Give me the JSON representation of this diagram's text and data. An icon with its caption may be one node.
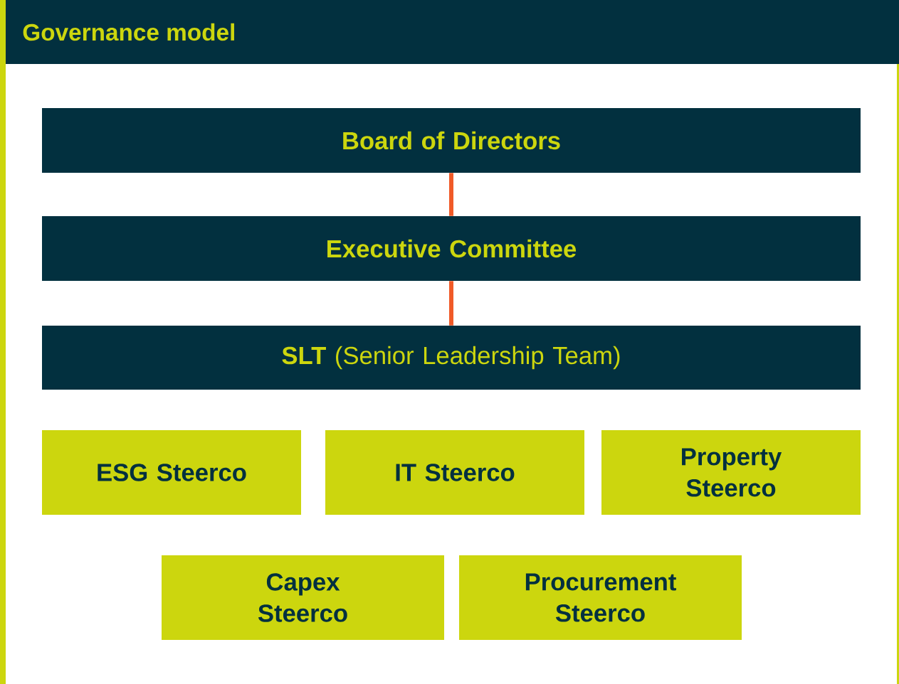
{
  "diagram": {
    "title": "Governance model",
    "nodes": [
      {
        "text": [
          "Board of Directors"
        ]
      },
      {
        "text": [
          "Executive Committee"
        ]
      },
      {
        "text": [
          "**SLT** (Senior Leadership Team)"
        ]
      },
      {
        "text": [
          "ESG Steerco"
        ]
      },
      {
        "text": [
          "IT Steerco"
        ]
      },
      {
        "text": [
          "Property Steerco"
        ]
      },
      {
        "text": [
          "Capex Steerco"
        ]
      },
      {
        "text": [
          "Procurement Steerco"
        ]
      }
    ],
    "edges": [
      {
        "from": 0,
        "to": 1,
        "arrow": "none"
      },
      {
        "from": 1,
        "to": 2,
        "arrow": "none"
      }
    ]
  }
}
